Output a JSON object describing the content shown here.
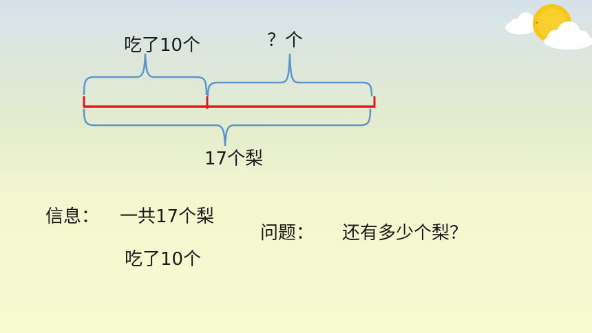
{
  "diagram": {
    "label_eaten": "吃了10个",
    "label_unknown": "？个",
    "label_total": "17个梨"
  },
  "info": {
    "heading": "信息：",
    "line1": "一共17个梨",
    "line2": "吃了10个"
  },
  "question": {
    "heading": "问题：",
    "text": "还有多少个梨？"
  },
  "colors": {
    "segment_line": "#e8141e",
    "brace": "#5b94d0",
    "sun": "#f7c718"
  },
  "decoration": {
    "icon": "sun-cloud-icon"
  }
}
